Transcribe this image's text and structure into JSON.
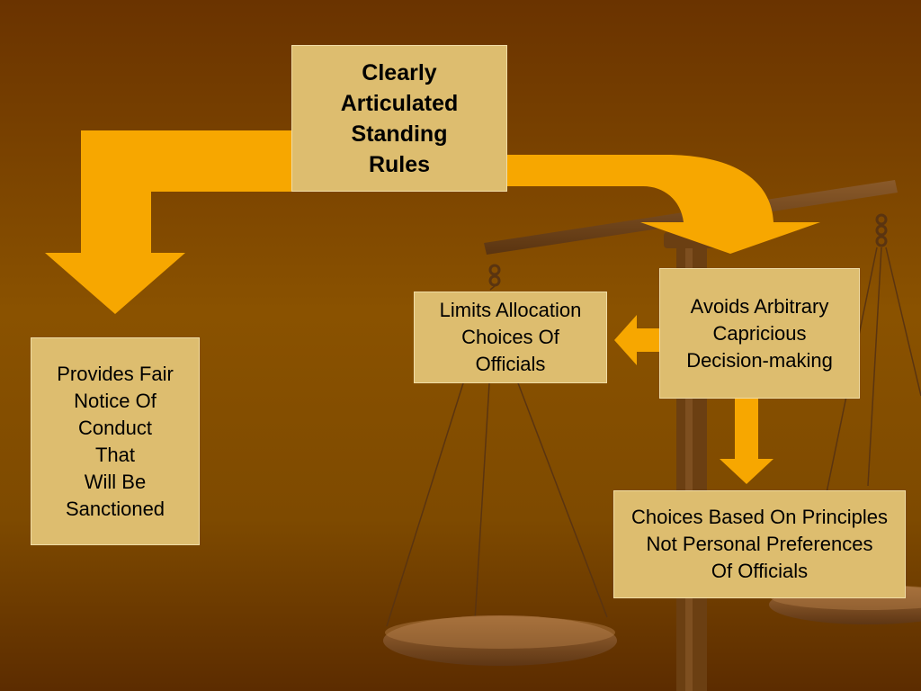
{
  "colors": {
    "background_top": "#6a3300",
    "background_mid": "#8a5200",
    "box_fill": "#ddbd6f",
    "arrow_fill": "#f7a700",
    "scale_color": "#6b3f12"
  },
  "nodes": {
    "rules": {
      "lines": [
        "Clearly",
        "Articulated",
        "Standing",
        "Rules"
      ]
    },
    "notice": {
      "lines": [
        "Provides Fair",
        "Notice Of",
        "Conduct",
        "That",
        "Will Be",
        "Sanctioned"
      ]
    },
    "limits": {
      "lines": [
        "Limits Allocation",
        "Choices Of",
        "Officials"
      ]
    },
    "avoids": {
      "lines": [
        "Avoids Arbitrary",
        "Capricious",
        "Decision-making"
      ]
    },
    "principles": {
      "lines": [
        "Choices Based On Principles",
        "Not Personal Preferences",
        "Of Officials"
      ]
    }
  },
  "edges": [
    {
      "from": "rules",
      "to": "notice"
    },
    {
      "from": "rules",
      "to": "avoids"
    },
    {
      "from": "avoids",
      "to": "limits"
    },
    {
      "from": "avoids",
      "to": "principles"
    }
  ],
  "background_image": "scales-of-justice"
}
